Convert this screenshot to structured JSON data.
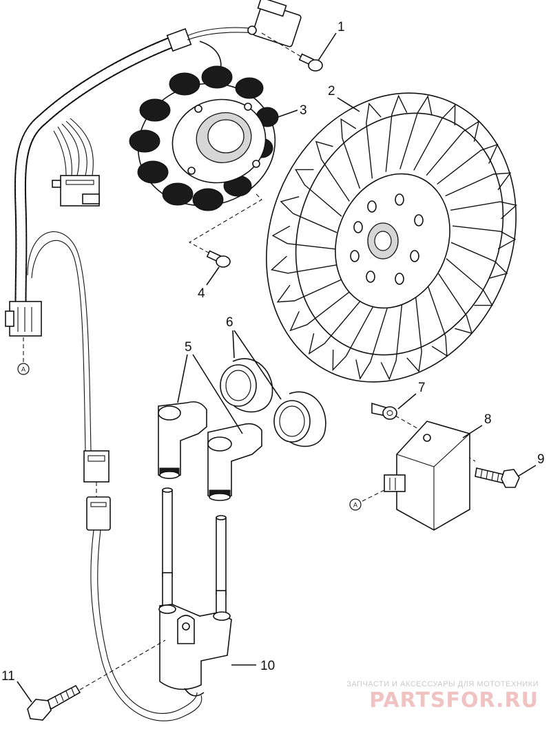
{
  "callouts": [
    "1",
    "2",
    "3",
    "4",
    "5",
    "6",
    "7",
    "8",
    "9",
    "10",
    "11"
  ],
  "connector_ref": "A",
  "watermark": {
    "tagline": "ЗАПЧАСТИ И АКСЕССУАРЫ ДЛЯ МОТОТЕХНИКИ",
    "logo": "PARTSFOR.RU"
  }
}
